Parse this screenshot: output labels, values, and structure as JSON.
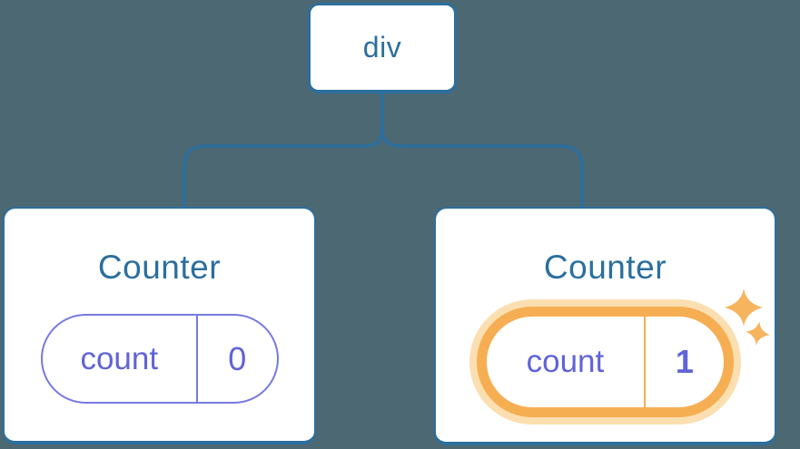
{
  "diagram": {
    "description": "React component tree with state",
    "root": {
      "label": "div"
    },
    "children": [
      {
        "title": "Counter",
        "state_name": "count",
        "state_value": "0",
        "highlighted": false
      },
      {
        "title": "Counter",
        "state_name": "count",
        "state_value": "1",
        "highlighted": true
      }
    ]
  },
  "icons": {
    "highlight_large": "sparkle-icon",
    "highlight_small": "sparkle-icon"
  },
  "colors": {
    "background": "#4c6873",
    "card": "#ffffff",
    "blue": "#2b6f9e",
    "purple_border": "#767ae0",
    "purple_text": "#6064d6",
    "orange": "#f6ae53",
    "orange_halo": "#fbdfb0",
    "sparkle": "#f6b45f"
  }
}
